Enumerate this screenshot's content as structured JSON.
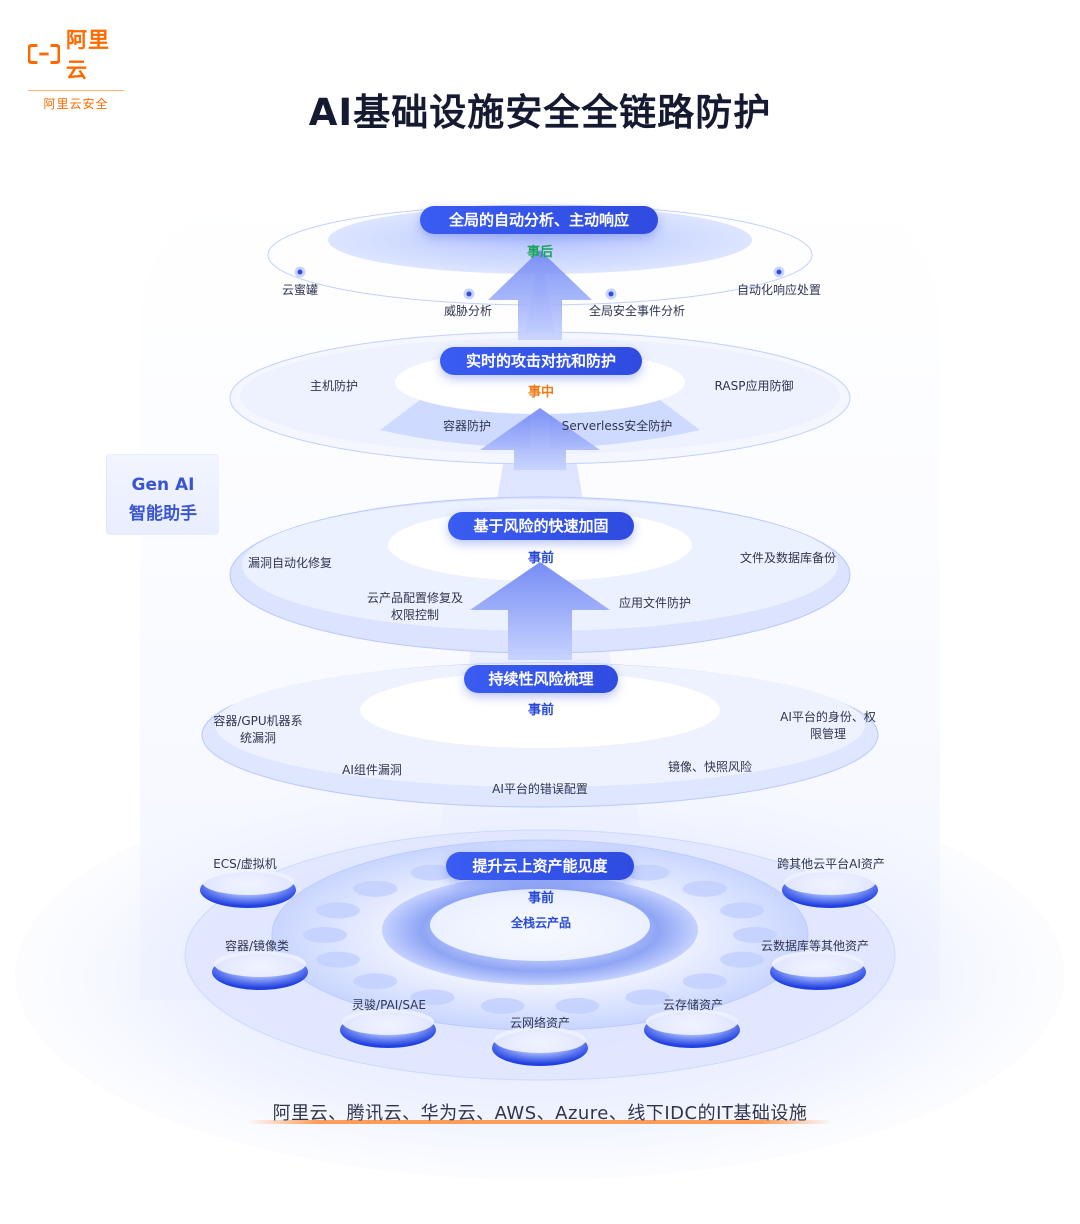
{
  "brand": {
    "name": "阿里云",
    "subtitle": "阿里云安全"
  },
  "title": "AI基础设施安全全链路防护",
  "side_card": {
    "line1": "Gen AI",
    "line2": "智能助手"
  },
  "layers": {
    "l1": {
      "pill": "全局的自动分析、主动响应",
      "stage": "事后",
      "stage_color": "#1aa35a",
      "items": [
        "云蜜罐",
        "威胁分析",
        "全局安全事件分析",
        "自动化响应处置"
      ]
    },
    "l2": {
      "pill": "实时的攻击对抗和防护",
      "stage": "事中",
      "stage_color": "#f07a16",
      "items": [
        "主机防护",
        "RASP应用防御",
        "容器防护",
        "Serverless安全防护"
      ]
    },
    "l3": {
      "pill": "基于风险的快速加固",
      "stage": "事前",
      "stage_color": "#2a4ad8",
      "items": [
        "漏洞自动化修复",
        "文件及数据库备份",
        "云产品配置修复及权限控制",
        "应用文件防护"
      ]
    },
    "l4": {
      "pill": "持续性风险梳理",
      "stage": "事前",
      "stage_color": "#2a4ad8",
      "items": [
        "容器/GPU机器系统漏洞",
        "AI平台的身份、权限管理",
        "AI组件漏洞",
        "镜像、快照风险",
        "AI平台的错误配置"
      ]
    },
    "l5": {
      "pill": "提升云上资产能见度",
      "stage": "事前",
      "stage_color": "#2a4ad8",
      "center": "全栈云产品",
      "items": [
        "ECS/虚拟机",
        "跨其他云平台AI资产",
        "容器/镜像类",
        "云数据库等其他资产",
        "灵骏/PAI/SAE",
        "云存储资产",
        "云网络资产"
      ]
    }
  },
  "bottom_text": "阿里云、腾讯云、华为云、AWS、Azure、线下IDC的IT基础设施",
  "colors": {
    "brand_orange": "#ff6a00",
    "accent_blue": "#2f4be0"
  }
}
